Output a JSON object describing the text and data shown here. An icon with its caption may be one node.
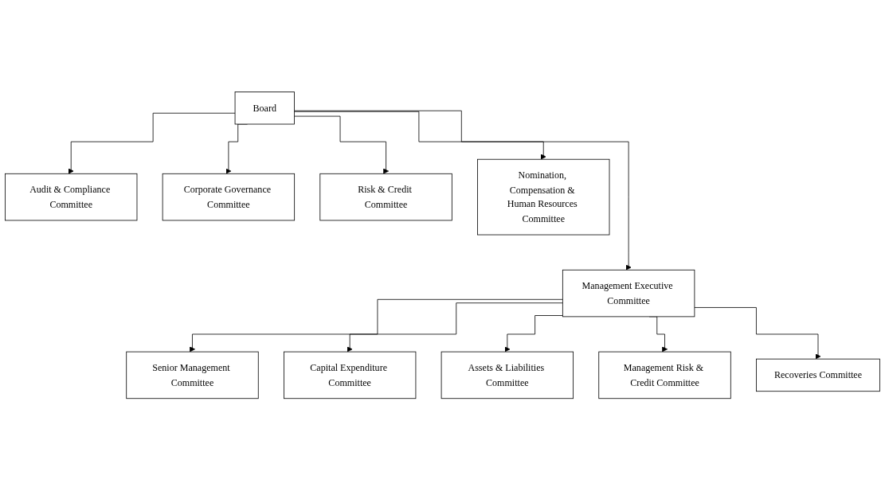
{
  "diagram": {
    "nodes": [
      {
        "text": [
          "Board"
        ]
      },
      {
        "text": [
          "Audit & Compliance Committee"
        ]
      },
      {
        "text": [
          "Corporate Governance Committee"
        ]
      },
      {
        "text": [
          "Risk & Credit Committee"
        ]
      },
      {
        "text": [
          "Nomination, Compensation & Human Resources Committee"
        ]
      },
      {
        "text": [
          "Management Executive Committee"
        ]
      },
      {
        "text": [
          "Senior Management Committee"
        ]
      },
      {
        "text": [
          "Capital Expenditure Committee"
        ]
      },
      {
        "text": [
          "Assets & Liabilities Committee"
        ]
      },
      {
        "text": [
          "Management Risk & Credit Committee"
        ]
      },
      {
        "text": [
          "Recoveries Committee"
        ]
      }
    ],
    "edges": [
      {
        "from": 0,
        "to": 1,
        "arrow": "to"
      },
      {
        "from": 0,
        "to": 2,
        "arrow": "to"
      },
      {
        "from": 0,
        "to": 5,
        "arrow": "to"
      },
      {
        "from": 0,
        "to": 3,
        "arrow": "to"
      },
      {
        "from": 0,
        "to": 4,
        "arrow": "to"
      },
      {
        "from": 5,
        "to": 6,
        "arrow": "to"
      },
      {
        "from": 5,
        "to": 7,
        "arrow": "to"
      },
      {
        "from": 5,
        "to": 8,
        "arrow": "to"
      },
      {
        "from": 5,
        "to": 9,
        "arrow": "to"
      },
      {
        "from": 5,
        "to": 10,
        "arrow": "to"
      }
    ]
  }
}
